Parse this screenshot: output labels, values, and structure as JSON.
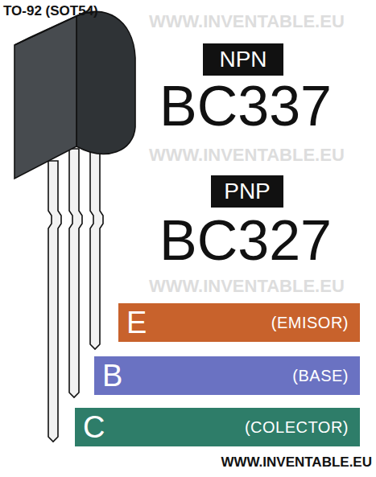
{
  "diagram": {
    "nodes": [
      {
        "text": [
          "NPN"
        ]
      },
      {
        "text": [
          "PNP"
        ]
      },
      {
        "text": [
          "E",
          "(EMISOR)"
        ]
      },
      {
        "text": [
          "B",
          "(BASE)"
        ]
      },
      {
        "text": [
          "C",
          "(COLECTOR)"
        ]
      }
    ],
    "labels": [
      "TO-92 (SOT54)",
      "WWW.INVENTABLE.EU",
      "BC337",
      "WWW.INVENTABLE.EU",
      "BC327",
      "WWW.INVENTABLE.EU",
      "WWW.INVENTABLE.EU"
    ]
  }
}
